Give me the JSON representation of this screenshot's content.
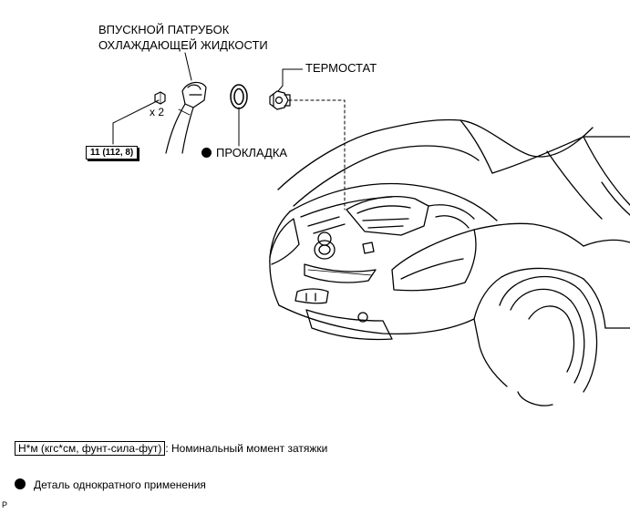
{
  "labels": {
    "inlet_line1": "ВПУСКНОЙ ПАТРУБОК",
    "inlet_line2": "ОХЛАЖДАЮЩЕЙ ЖИДКОСТИ",
    "thermostat": "ТЕРМОСТАТ",
    "gasket": "ПРОКЛАДКА",
    "quantity": "x 2",
    "torque": "11 (112, 8)"
  },
  "legend": {
    "torque_unit": "Н*м (кгс*см, фунт-сила-фут)",
    "torque_desc": ": Номинальный момент затяжки",
    "nonreusable_desc": "Деталь однократного применения"
  },
  "footer": {
    "code": "P"
  }
}
